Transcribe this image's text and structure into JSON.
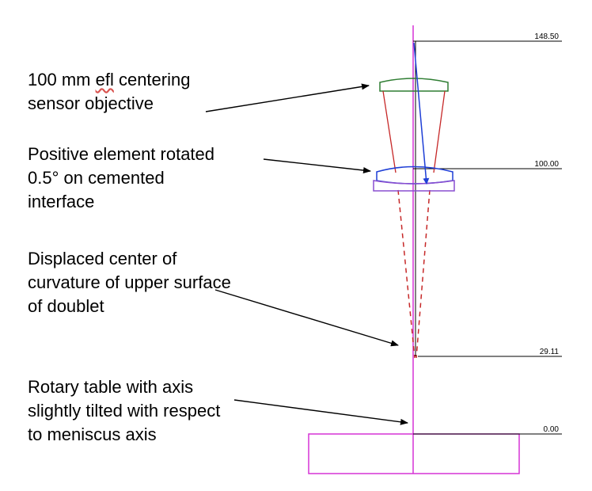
{
  "annotations": [
    {
      "id": "objective",
      "lines": [
        "100 mm efl centering",
        "sensor objective"
      ],
      "flagged_word": "efl"
    },
    {
      "id": "positive-element",
      "lines": [
        "Positive element rotated",
        "0.5° on cemented",
        "interface"
      ]
    },
    {
      "id": "center-of-curvature",
      "lines": [
        "Displaced center of",
        "curvature of upper surface",
        "of doublet"
      ]
    },
    {
      "id": "rotary-table",
      "lines": [
        "Rotary table with axis",
        "slightly tilted with respect",
        "to meniscus axis"
      ]
    }
  ],
  "dimensions": [
    "148.50",
    "100.00",
    "29.11",
    "0.00"
  ],
  "colors": {
    "objective": "#2e7d32",
    "doublet_upper": "#1f3fd6",
    "doublet_lower": "#8a4fd0",
    "marginal_ray": "#c62828",
    "chief_ray": "#1f3fd6",
    "axis": "#d633d6",
    "arrow": "#000000"
  }
}
